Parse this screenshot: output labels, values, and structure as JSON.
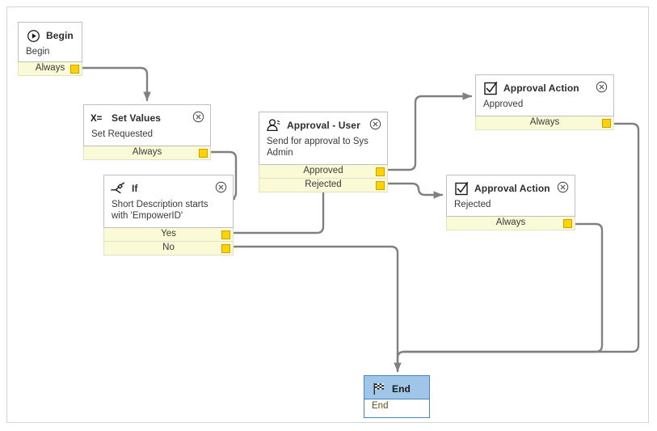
{
  "canvas": {
    "background": "#ffffff",
    "border_color": "#d4d4d4",
    "connector_color": "#808080",
    "port_bar_color": "#fafad7",
    "plug_color": "#ffd200",
    "selection_color": "#9fc5e8"
  },
  "nodes": [
    {
      "id": "begin",
      "icon": "play-circle-icon",
      "title": "Begin",
      "description": "Begin",
      "close_icon": "close-circle-icon",
      "selected": false,
      "ports": [
        {
          "label": "Always",
          "plug": "connector-plug"
        }
      ]
    },
    {
      "id": "set-values",
      "icon": "x-equals-icon",
      "title": "Set Values",
      "description": "Set Requested",
      "close_icon": "close-circle-icon",
      "selected": false,
      "ports": [
        {
          "label": "Always",
          "plug": "connector-plug"
        }
      ]
    },
    {
      "id": "if",
      "icon": "branch-icon",
      "title": "If",
      "description": "Short Description starts with 'EmpowerID'",
      "close_icon": "close-circle-icon",
      "selected": false,
      "ports": [
        {
          "label": "Yes",
          "plug": "connector-plug"
        },
        {
          "label": "No",
          "plug": "connector-plug"
        }
      ]
    },
    {
      "id": "approval-user",
      "icon": "user-icon",
      "title": "Approval - User",
      "description": "Send for approval to Sys Admin",
      "close_icon": "close-circle-icon",
      "selected": false,
      "ports": [
        {
          "label": "Approved",
          "plug": "connector-plug"
        },
        {
          "label": "Rejected",
          "plug": "connector-plug"
        }
      ]
    },
    {
      "id": "approval-action-approved",
      "icon": "checkbox-icon",
      "title": "Approval Action",
      "description": "Approved",
      "close_icon": "close-circle-icon",
      "selected": false,
      "ports": [
        {
          "label": "Always",
          "plug": "connector-plug"
        }
      ]
    },
    {
      "id": "approval-action-rejected",
      "icon": "checkbox-icon",
      "title": "Approval Action",
      "description": "Rejected",
      "close_icon": "close-circle-icon",
      "selected": false,
      "ports": [
        {
          "label": "Always",
          "plug": "connector-plug"
        }
      ]
    },
    {
      "id": "end",
      "icon": "checkered-flag-icon",
      "title": "End",
      "description": "End",
      "close_icon": null,
      "selected": true,
      "ports": []
    }
  ],
  "connections": [
    {
      "from": "begin.Always",
      "to": "set-values"
    },
    {
      "from": "set-values.Always",
      "to": "if"
    },
    {
      "from": "if.Yes",
      "to": "approval-user"
    },
    {
      "from": "if.No",
      "to": "end"
    },
    {
      "from": "approval-user.Approved",
      "to": "approval-action-approved"
    },
    {
      "from": "approval-user.Rejected",
      "to": "approval-action-rejected"
    },
    {
      "from": "approval-action-approved.Always",
      "to": "end"
    },
    {
      "from": "approval-action-rejected.Always",
      "to": "end"
    }
  ]
}
